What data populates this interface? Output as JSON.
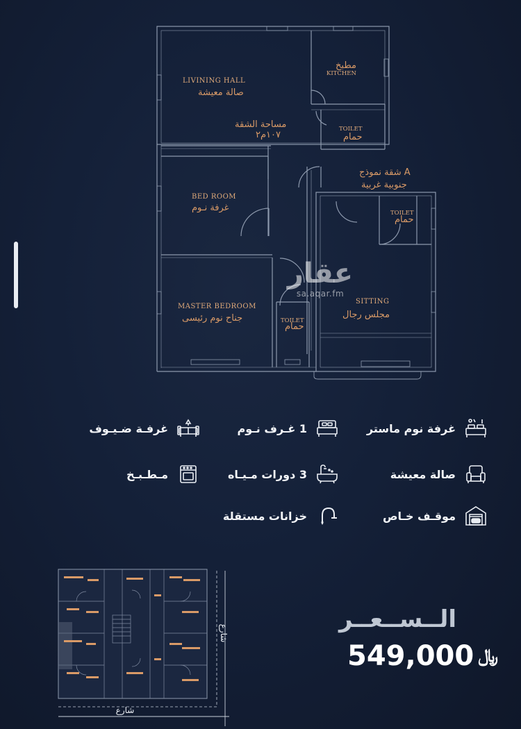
{
  "plan": {
    "rooms": {
      "living_en": "LIVINING  HALL",
      "living_ar": "صالة معيشة",
      "kitchen_ar": "مطبخ",
      "kitchen_en": "KITCHEN",
      "area_ar": "مساحة الشقة",
      "area_value": "١٠٧م٢",
      "toilet1_en": "TOILET",
      "toilet1_ar": "حمام",
      "model_ar": "شقة نموذج A",
      "direction_ar": "جنوبية غربية",
      "bedroom_en": "BED  ROOM",
      "bedroom_ar": "غرفة نـوم",
      "toilet2_en": "TOILET",
      "toilet2_ar": "حمام",
      "master_en": "MASTER  BEDROOM",
      "master_ar": "جناح نوم رئيسى",
      "toilet3_en": "TOILET",
      "toilet3_ar": "حمام",
      "sitting_en": "SITTING",
      "sitting_ar": "مجلس رجال"
    }
  },
  "watermark": {
    "main": "عقار",
    "sub": "sa.aqar.fm"
  },
  "features": [
    {
      "label": "غرفة نوم ماستر",
      "icon": "master-bedroom-icon"
    },
    {
      "label": "1 غـرف نـوم",
      "icon": "bed-icon"
    },
    {
      "label": "غرفـة ضـيـوف",
      "icon": "guest-sofa-icon"
    },
    {
      "label": "صالة معيشة",
      "icon": "armchair-icon"
    },
    {
      "label": "3 دورات مـيـاه",
      "icon": "bathtub-icon"
    },
    {
      "label": "مـطـبـخ",
      "icon": "oven-icon"
    },
    {
      "label": "موقـف خـاص",
      "icon": "garage-icon"
    },
    {
      "label": "خزانات مستقلة",
      "icon": "water-tap-icon"
    }
  ],
  "site": {
    "street_right": "شارع",
    "street_bottom": "شارع"
  },
  "price": {
    "label": "الــســعــر",
    "value": "549,000",
    "currency": "﷼"
  },
  "colors": {
    "accent": "#e0aa7a",
    "plan_line": "#8d99ad",
    "background": "#131c31"
  }
}
